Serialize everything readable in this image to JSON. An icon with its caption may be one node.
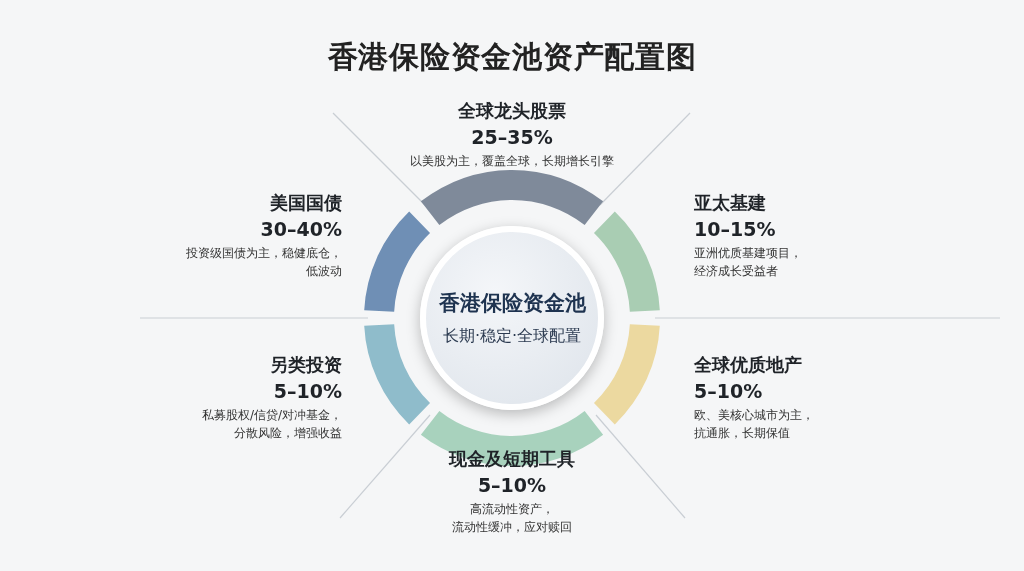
{
  "diagram": {
    "title": "香港保险资金池资产配置图",
    "nodes": [
      {
        "text": [
          "香港保险资金池",
          "长期·稳定·全球配置"
        ]
      },
      {
        "text": [
          "全球龙头股票",
          "25–35%",
          "以美股为主，覆盖全球，长期增长引擎"
        ]
      },
      {
        "text": [
          "美国国债",
          "30–40%",
          "投资级国债为主，稳健底仓，低波动"
        ]
      },
      {
        "text": [
          "亚太基建",
          "10–15%",
          "亚洲优质基建项目，经济成长受益者"
        ]
      },
      {
        "text": [
          "另类投资",
          "5–10%",
          "私募股权/信贷/对冲基金，分散风险，增强收益"
        ]
      },
      {
        "text": [
          "全球优质地产",
          "5–10%",
          "欧、美核心城市为主，抗通胀，长期保值"
        ]
      },
      {
        "text": [
          "现金及短期工具",
          "5–10%",
          "高流动性资产，流动性缓冲，应对赎回"
        ]
      }
    ]
  }
}
